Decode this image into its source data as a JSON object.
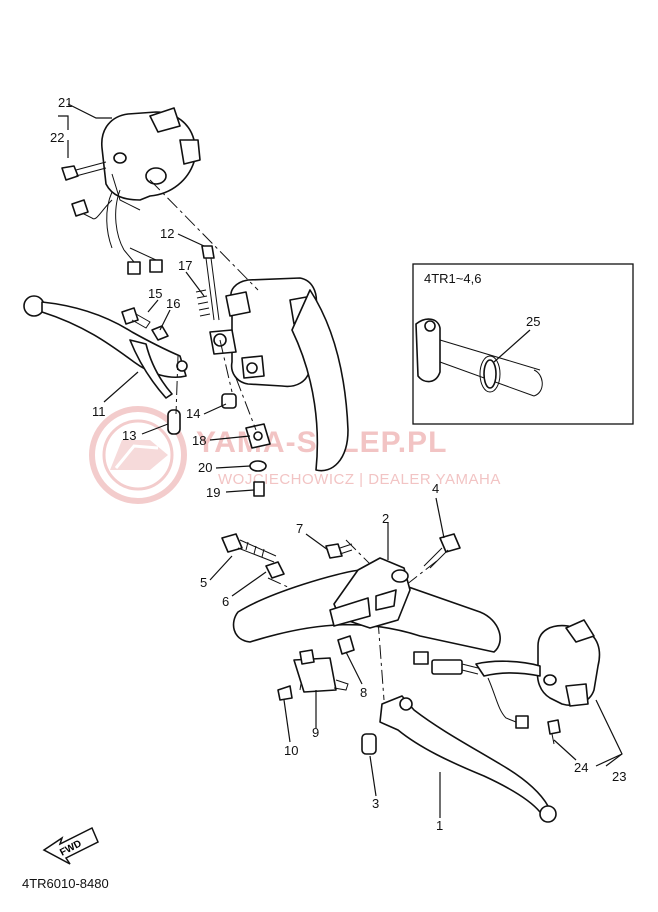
{
  "diagram": {
    "code": "4TR6010-8480",
    "inset_title": "4TR1~4,6",
    "fwd_label": "FWD",
    "watermark": {
      "title": "YAMA-SKLEP.PL",
      "subtitle": "WOJCIECHOWICZ | DEALER YAMAHA"
    },
    "callouts": {
      "c1": "1",
      "c2": "2",
      "c3": "3",
      "c4": "4",
      "c5": "5",
      "c6": "6",
      "c7": "7",
      "c8": "8",
      "c9": "9",
      "c10": "10",
      "c11": "11",
      "c12": "12",
      "c13": "13",
      "c14": "14",
      "c15": "15",
      "c16": "16",
      "c17": "17",
      "c18": "18",
      "c19": "19",
      "c20": "20",
      "c21": "21",
      "c22": "22",
      "c23": "23",
      "c24": "24",
      "c25": "25"
    }
  }
}
